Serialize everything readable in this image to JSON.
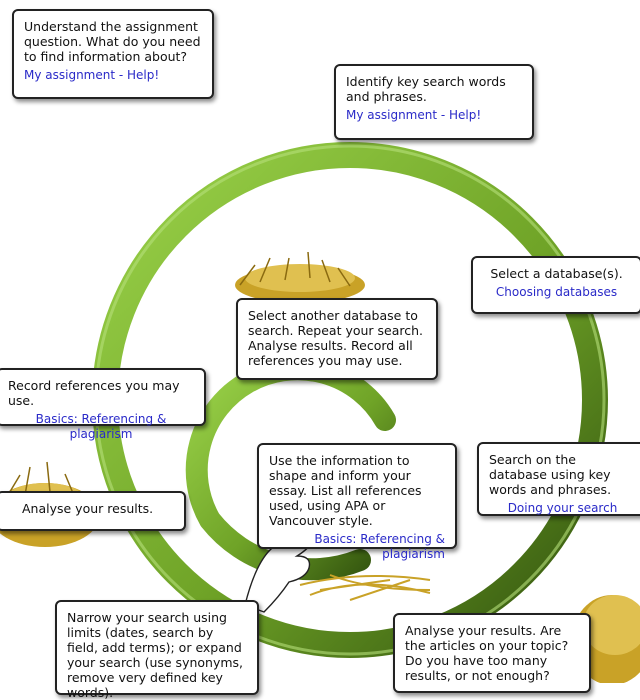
{
  "steps": [
    {
      "text": "Understand the assignment question. What do you need to find information about?",
      "link": "My assignment - Help!"
    },
    {
      "text": "Identify key search words and phrases.",
      "link": "My assignment - Help!"
    },
    {
      "text": "Select a database(s).",
      "link": "Choosing databases"
    },
    {
      "text": "Search on the database using key words and phrases.",
      "link": "Doing your search"
    },
    {
      "text": "Analyse your results. Are the articles on your topic? Do you have too many results, or not enough?"
    },
    {
      "text": "Narrow your search using limits (dates, search by field, add terms); or expand your search (use synonyms, remove very defined key words)."
    },
    {
      "text": "Analyse your results."
    },
    {
      "text": "Record references you may use.",
      "link": "Basics: Referencing & plagiarism"
    },
    {
      "text": "Select another database to search. Repeat your search. Analyse results. Record all references you may use."
    },
    {
      "text": "Use the information to shape and inform your essay. List all references used, using APA or Vancouver style.",
      "link": "Basics: Referencing & plagiarism"
    }
  ],
  "colors": {
    "ring_light": "#8cc63f",
    "ring_dark": "#3e6b12",
    "link": "#2a2ac8",
    "hay": "#c9a227"
  }
}
